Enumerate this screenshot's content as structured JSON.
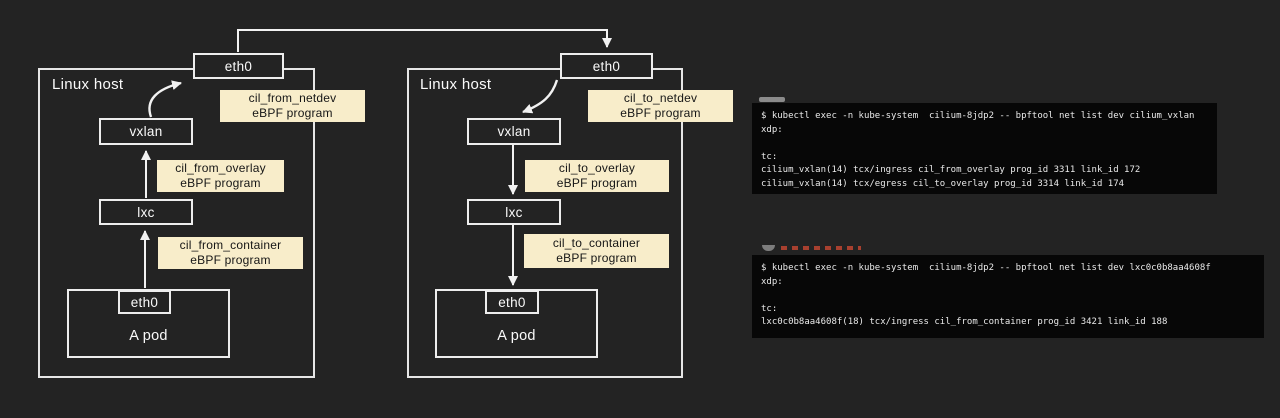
{
  "colors": {
    "background": "#232323",
    "line_white": "#f2f2f2",
    "label_bg": "#f8edca",
    "label_text": "#161616",
    "terminal_bg": "#070707",
    "terminal_text": "#eaeaea",
    "accent_red_fragment": "#a8402f"
  },
  "diagram": {
    "left_host": {
      "title": "Linux host",
      "eth0_label": "eth0",
      "vxlan_label": "vxlan",
      "lxc_label": "lxc",
      "pod_eth0_label": "eth0",
      "pod_label": "A pod",
      "ebpf_netdev": {
        "line1": "cil_from_netdev",
        "line2": "eBPF program"
      },
      "ebpf_overlay": {
        "line1": "cil_from_overlay",
        "line2": "eBPF program"
      },
      "ebpf_container": {
        "line1": "cil_from_container",
        "line2": "eBPF program"
      }
    },
    "right_host": {
      "title": "Linux host",
      "eth0_label": "eth0",
      "vxlan_label": "vxlan",
      "lxc_label": "lxc",
      "pod_eth0_label": "eth0",
      "pod_label": "A pod",
      "ebpf_netdev": {
        "line1": "cil_to_netdev",
        "line2": "eBPF program"
      },
      "ebpf_overlay": {
        "line1": "cil_to_overlay",
        "line2": "eBPF program"
      },
      "ebpf_container": {
        "line1": "cil_to_container",
        "line2": "eBPF program"
      }
    }
  },
  "terminals": [
    {
      "lines": [
        "$ kubectl exec -n kube-system  cilium-8jdp2 -- bpftool net list dev cilium_vxlan",
        "xdp:",
        "",
        "tc:",
        "cilium_vxlan(14) tcx/ingress cil_from_overlay prog_id 3311 link_id 172",
        "cilium_vxlan(14) tcx/egress cil_to_overlay prog_id 3314 link_id 174"
      ]
    },
    {
      "lines": [
        "$ kubectl exec -n kube-system  cilium-8jdp2 -- bpftool net list dev lxc0c0b8aa4608f",
        "xdp:",
        "",
        "tc:",
        "lxc0c0b8aa4608f(18) tcx/ingress cil_from_container prog_id 3421 link_id 188"
      ]
    }
  ]
}
